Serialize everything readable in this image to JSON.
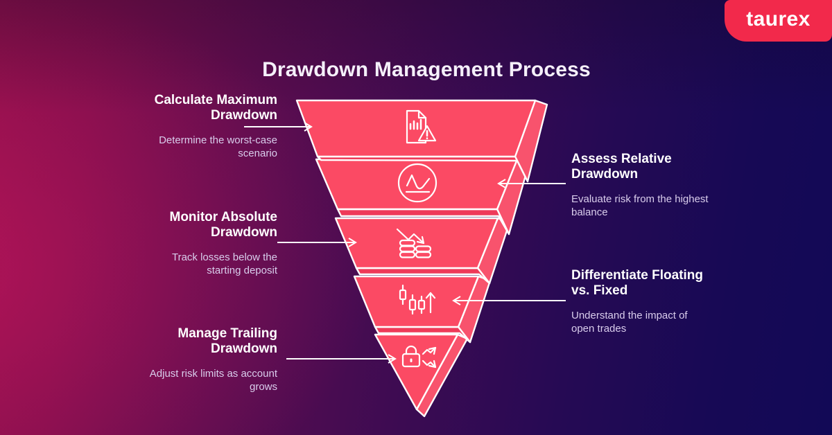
{
  "header": {
    "title": "Drawdown Management Process"
  },
  "logo": {
    "text": "taurex",
    "bg_color": "#f2294b"
  },
  "labels": {
    "left": [
      {
        "title": "Calculate Maximum Drawdown",
        "desc": "Determine the worst-case scenario"
      },
      {
        "title": "Monitor Absolute Drawdown",
        "desc": "Track losses below the starting deposit"
      },
      {
        "title": "Manage Trailing Drawdown",
        "desc": "Adjust risk limits as account grows"
      }
    ],
    "right": [
      {
        "title": "Assess Relative Drawdown",
        "desc": "Evaluate risk from the highest balance"
      },
      {
        "title": "Differentiate Floating vs. Fixed",
        "desc": "Understand the impact of open trades"
      }
    ]
  },
  "funnel": {
    "levels": [
      {
        "step": 1,
        "icon": "report-warning-icon"
      },
      {
        "step": 2,
        "icon": "line-chart-circle-icon"
      },
      {
        "step": 3,
        "icon": "coins-loss-icon"
      },
      {
        "step": 4,
        "icon": "candlestick-up-icon"
      },
      {
        "step": 5,
        "icon": "lock-fluctuation-icon"
      }
    ],
    "face_color": "#fb4a64",
    "side_color": "#f8536d",
    "under_color": "#ee3a59",
    "outline_color": "#ffffff"
  },
  "background": {
    "gradient_left": "#8c0f4b",
    "gradient_right": "#120956"
  }
}
